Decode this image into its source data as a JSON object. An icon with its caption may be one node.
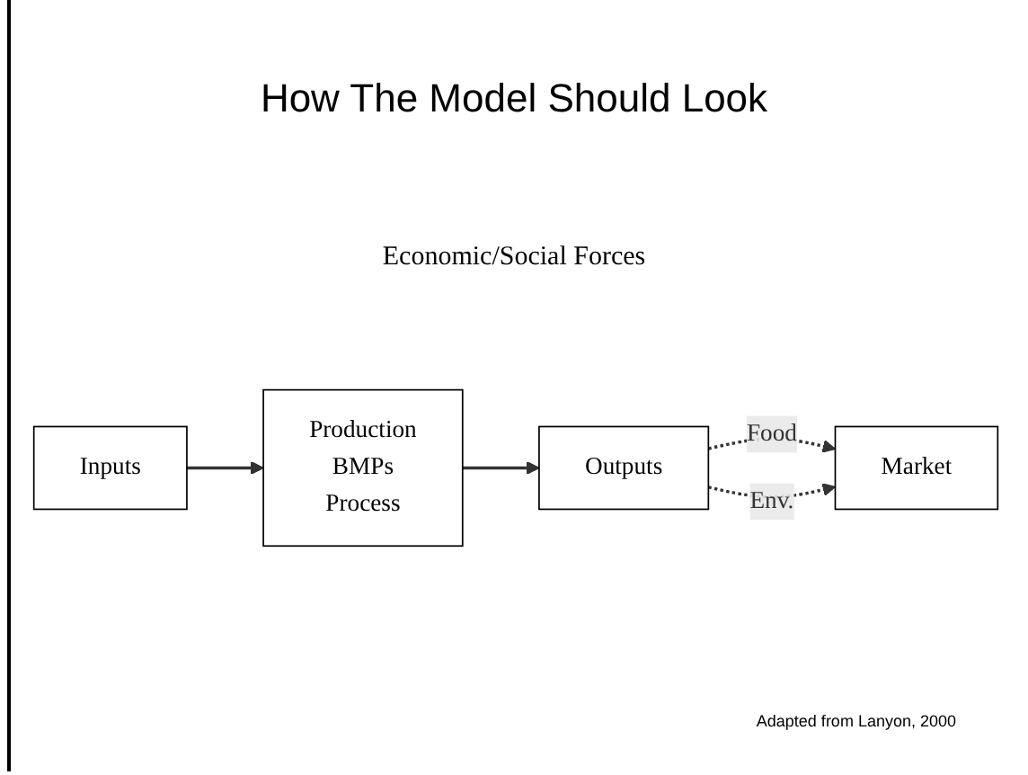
{
  "diagram": {
    "title": "How The Model Should Look",
    "caption": "Adapted from Lanyon, 2000",
    "nodes": [
      {
        "text": [
          "Inputs"
        ]
      },
      {
        "text": [
          "Production",
          "BMPs",
          "Process"
        ]
      },
      {
        "text": [
          "Outputs"
        ]
      },
      {
        "text": [
          "Market"
        ]
      }
    ],
    "edges": [
      {
        "from": 0,
        "to": 1,
        "arrow": "to"
      },
      {
        "from": 1,
        "to": 2,
        "arrow": "to"
      },
      {
        "from": 2,
        "to": 3,
        "arrow": "to",
        "label": "Food",
        "style": "dashed"
      },
      {
        "from": 2,
        "to": 3,
        "arrow": "to",
        "label": "Env.",
        "style": "dashed"
      }
    ],
    "labels": [
      "Economic/Social Forces"
    ]
  }
}
